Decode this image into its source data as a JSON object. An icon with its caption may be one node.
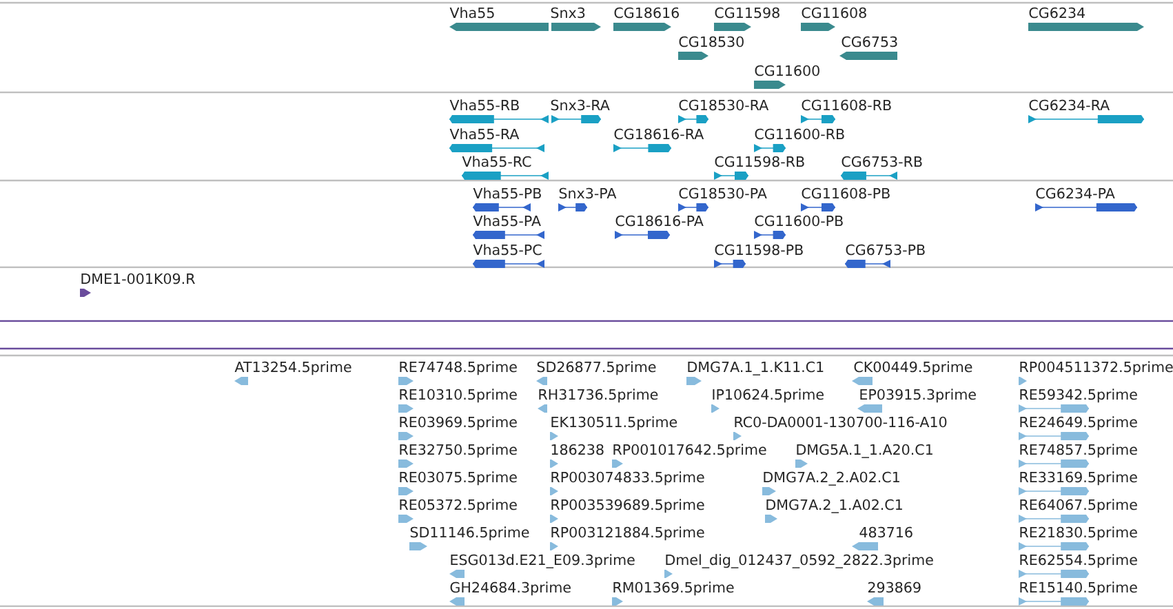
{
  "diagram": {
    "nodes": [
      {
        "text": [
          "Vha55"
        ]
      },
      {
        "text": [
          "Snx3"
        ]
      },
      {
        "text": [
          "CG18616"
        ]
      },
      {
        "text": [
          "CG11598"
        ]
      },
      {
        "text": [
          "CG11608"
        ]
      },
      {
        "text": [
          "CG6234"
        ]
      },
      {
        "text": [
          "CG18530"
        ]
      },
      {
        "text": [
          "CG6753"
        ]
      },
      {
        "text": [
          "CG11600"
        ]
      },
      {
        "text": [
          "Vha55-RB"
        ]
      },
      {
        "text": [
          "Snx3-RA"
        ]
      },
      {
        "text": [
          "CG18530-RA"
        ]
      },
      {
        "text": [
          "CG11608-RB"
        ]
      },
      {
        "text": [
          "CG6234-RA"
        ]
      },
      {
        "text": [
          "Vha55-RA"
        ]
      },
      {
        "text": [
          "CG18616-RA"
        ]
      },
      {
        "text": [
          "CG11600-RB"
        ]
      },
      {
        "text": [
          "Vha55-RC"
        ]
      },
      {
        "text": [
          "CG11598-RB"
        ]
      },
      {
        "text": [
          "CG6753-RB"
        ]
      },
      {
        "text": [
          "Vha55-PB"
        ]
      },
      {
        "text": [
          "Snx3-PA"
        ]
      },
      {
        "text": [
          "CG18530-PA"
        ]
      },
      {
        "text": [
          "CG11608-PB"
        ]
      },
      {
        "text": [
          "CG6234-PA"
        ]
      },
      {
        "text": [
          "Vha55-PA"
        ]
      },
      {
        "text": [
          "CG18616-PA"
        ]
      },
      {
        "text": [
          "CG11600-PB"
        ]
      },
      {
        "text": [
          "Vha55-PC"
        ]
      },
      {
        "text": [
          "CG11598-PB"
        ]
      },
      {
        "text": [
          "CG6753-PB"
        ]
      },
      {
        "text": [
          "DME1-001K09.R"
        ]
      },
      {
        "text": [
          "AT13254.5prime"
        ]
      },
      {
        "text": [
          "RE74748.5prime"
        ]
      },
      {
        "text": [
          "SD26877.5prime"
        ]
      },
      {
        "text": [
          "DMG7A.1_1.K11.C1"
        ]
      },
      {
        "text": [
          "CK00449.5prime"
        ]
      },
      {
        "text": [
          "RP004511372.5prime"
        ]
      },
      {
        "text": [
          "RE10310.5prime"
        ]
      },
      {
        "text": [
          "RH31736.5prime"
        ]
      },
      {
        "text": [
          "IP10624.5prime"
        ]
      },
      {
        "text": [
          "EP03915.3prime"
        ]
      },
      {
        "text": [
          "RE59342.5prime"
        ]
      },
      {
        "text": [
          "RE03969.5prime"
        ]
      },
      {
        "text": [
          "EK130511.5prime"
        ]
      },
      {
        "text": [
          "RC0-DA0001-130700-116-A10"
        ]
      },
      {
        "text": [
          "RE24649.5prime"
        ]
      },
      {
        "text": [
          "RE32750.5prime"
        ]
      },
      {
        "text": [
          "186238"
        ]
      },
      {
        "text": [
          "RP001017642.5prime"
        ]
      },
      {
        "text": [
          "DMG5A.1_1.A20.C1"
        ]
      },
      {
        "text": [
          "RE74857.5prime"
        ]
      },
      {
        "text": [
          "RE03075.5prime"
        ]
      },
      {
        "text": [
          "RP003074833.5prime"
        ]
      },
      {
        "text": [
          "DMG7A.2_2.A02.C1"
        ]
      },
      {
        "text": [
          "RE33169.5prime"
        ]
      },
      {
        "text": [
          "RE05372.5prime"
        ]
      },
      {
        "text": [
          "RP003539689.5prime"
        ]
      },
      {
        "text": [
          "DMG7A.2_1.A02.C1"
        ]
      },
      {
        "text": [
          "RE64067.5prime"
        ]
      },
      {
        "text": [
          "SD11146.5prime"
        ]
      },
      {
        "text": [
          "RP003121884.5prime"
        ]
      },
      {
        "text": [
          "483716"
        ]
      },
      {
        "text": [
          "RE21830.5prime"
        ]
      },
      {
        "text": [
          "ESG013d.E21_E09.3prime"
        ]
      },
      {
        "text": [
          "Dmel_dig_012437_0592_2822.3prime"
        ]
      },
      {
        "text": [
          "RE62554.5prime"
        ]
      },
      {
        "text": [
          "GH24684.3prime"
        ]
      },
      {
        "text": [
          "RM01369.5prime"
        ]
      },
      {
        "text": [
          "293869"
        ]
      },
      {
        "text": [
          "RE15140.5prime"
        ]
      }
    ]
  }
}
